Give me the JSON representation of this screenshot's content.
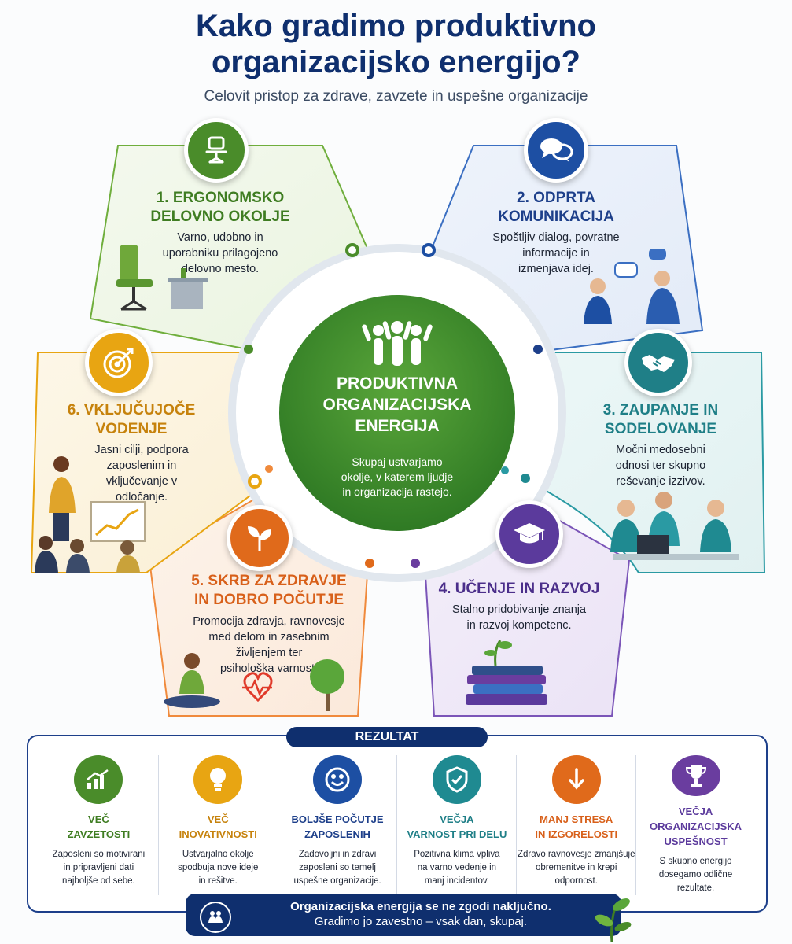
{
  "header": {
    "title_line1": "Kako gradimo produktivno",
    "title_line2": "organizacijsko energijo?",
    "subtitle": "Celovit pristop za zdrave, zavzete in uspešne organizacije"
  },
  "center": {
    "title_line1": "PRODUKTIVNA",
    "title_line2": "ORGANIZACIJSKA",
    "title_line3": "ENERGIJA",
    "desc_line1": "Skupaj ustvarjamo",
    "desc_line2": "okolje, v katerem ljudje",
    "desc_line3": "in organizacija rastejo."
  },
  "pillars": [
    {
      "h1": "1. ERGONOMSKO",
      "h2": "DELOVNO OKOLJE",
      "d1": "Varno, udobno in",
      "d2": "uporabniku prilagojeno",
      "d3": "delovno mesto.",
      "color": "#4a8c2a",
      "icon": "office-chair-icon"
    },
    {
      "h1": "2. ODPRTA",
      "h2": "KOMUNIKACIJA",
      "d1": "Spoštljiv dialog, povratne",
      "d2": "informacije in",
      "d3": "izmenjava idej.",
      "color": "#1d4fa3",
      "icon": "chat-bubbles-icon"
    },
    {
      "h1": "3. ZAUPANJE IN",
      "h2": "SODELOVANJE",
      "d1": "Močni medosebni",
      "d2": "odnosi ter skupno",
      "d3": "reševanje izzivov.",
      "color": "#1f7f87",
      "icon": "handshake-icon"
    },
    {
      "h1": "4. UČENJE IN RAZVOJ",
      "d1": "Stalno pridobivanje znanja",
      "d2": "in razvoj kompetenc.",
      "color": "#5b3a9c",
      "icon": "graduation-cap-icon"
    },
    {
      "h1": "5. SKRB ZA ZDRAVJE",
      "h2": "IN DOBRO POČUTJE",
      "d1": "Promocija zdravja, ravnovesje",
      "d2": "med delom in zasebnim",
      "d3": "življenjem ter",
      "d4": "psihološka varnost.",
      "color": "#e06a1b",
      "icon": "leaf-icon"
    },
    {
      "h1": "6. VKLJUČUJOČE",
      "h2": "VODENJE",
      "d1": "Jasni cilji, podpora",
      "d2": "zaposlenim in",
      "d3": "vključevanje v",
      "d4": "odločanje.",
      "color": "#d58a0f",
      "icon": "target-icon"
    }
  ],
  "results": {
    "label": "REZULTAT",
    "items": [
      {
        "t1": "VEČ",
        "t2": "ZAVZETOSTI",
        "d1": "Zaposleni so motivirani",
        "d2": "in pripravljeni dati",
        "d3": "najboljše od sebe.",
        "color": "#4a8c2a",
        "icon": "growth-chart-icon"
      },
      {
        "t1": "VEČ",
        "t2": "INOVATIVNOSTI",
        "d1": "Ustvarjalno okolje",
        "d2": "spodbuja nove ideje",
        "d3": "in rešitve.",
        "color": "#e8a512",
        "icon": "lightbulb-icon"
      },
      {
        "t1": "BOLJŠE POČUTJE",
        "t2": "ZAPOSLENIH",
        "d1": "Zadovoljni in zdravi",
        "d2": "zaposleni so temelj",
        "d3": "uspešne organizacije.",
        "color": "#1d4fa3",
        "icon": "smiley-icon"
      },
      {
        "t1": "VEČJA",
        "t2": "VARNOST PRI DELU",
        "d1": "Pozitivna klima vpliva",
        "d2": "na varno vedenje in",
        "d3": "manj incidentov.",
        "color": "#1f8a91",
        "icon": "shield-check-icon"
      },
      {
        "t1": "MANJ STRESA",
        "t2": "IN IZGORELOSTI",
        "d1": "Zdravo ravnovesje zmanjšuje",
        "d2": "obremenitve in krepi",
        "d3": "odpornost.",
        "color": "#e06a1b",
        "icon": "arrow-down-icon"
      },
      {
        "t1": "VEČJA",
        "t2": "ORGANIZACIJSKA",
        "t3": "USPEŠNOST",
        "d1": "S skupno energijo",
        "d2": "dosegamo odlične",
        "d3": "rezultate.",
        "color": "#6a3d9f",
        "icon": "trophy-icon"
      }
    ]
  },
  "footer": {
    "line1": "Organizacijska energija se ne zgodi naključno.",
    "line2": "Gradimo jo zavestno – vsak dan, skupaj."
  }
}
